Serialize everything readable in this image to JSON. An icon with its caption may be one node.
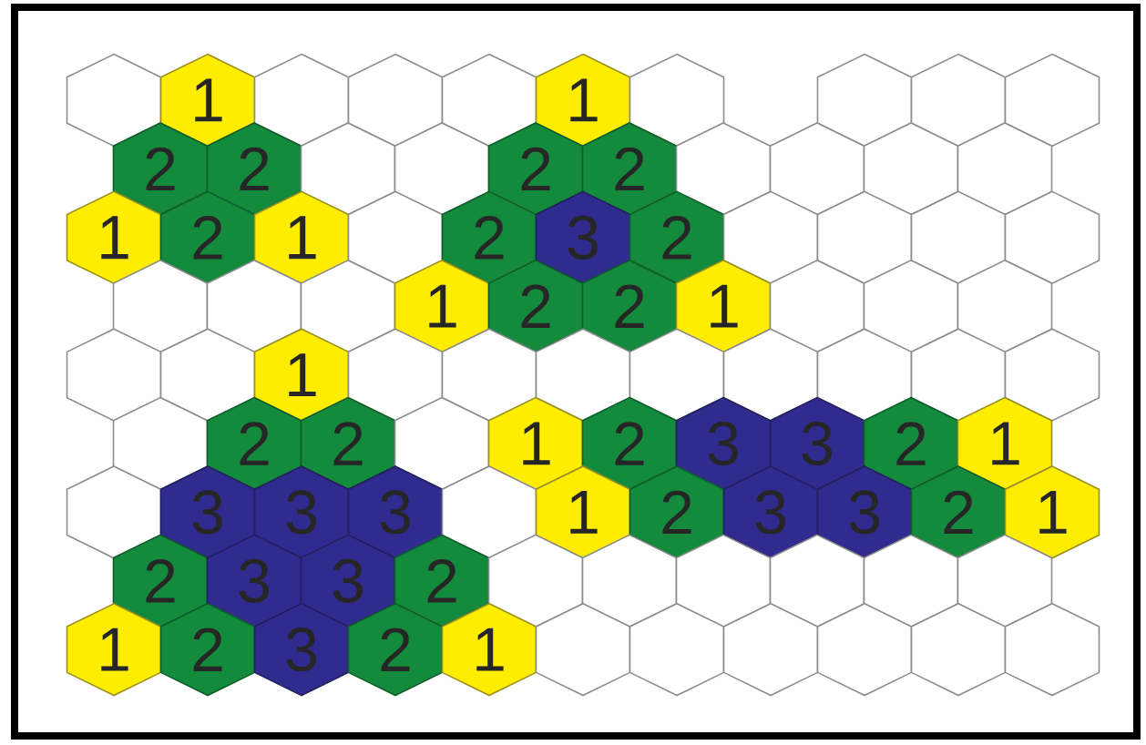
{
  "diagram": {
    "nodes": [
      {
        "text": [],
        "shape": "hexagon"
      },
      {
        "text": [
          "1"
        ]
      },
      {
        "text": [],
        "shape": "hexagon"
      },
      {
        "text": [],
        "shape": "hexagon"
      },
      {
        "text": [],
        "shape": "hexagon"
      },
      {
        "text": [
          "1"
        ]
      },
      {
        "text": [],
        "shape": "hexagon"
      },
      {
        "text": [],
        "shape": "hexagon"
      },
      {
        "text": [],
        "shape": "hexagon"
      },
      {
        "text": [],
        "shape": "hexagon"
      },
      {
        "text": [
          "2"
        ]
      },
      {
        "text": [
          "2"
        ]
      },
      {
        "text": [],
        "shape": "hexagon"
      },
      {
        "text": [],
        "shape": "hexagon"
      },
      {
        "text": [
          "2"
        ]
      },
      {
        "text": [
          "2"
        ]
      },
      {
        "text": [],
        "shape": "hexagon"
      },
      {
        "text": [],
        "shape": "hexagon"
      },
      {
        "text": [],
        "shape": "hexagon"
      },
      {
        "text": [],
        "shape": "hexagon"
      },
      {
        "text": [
          "1"
        ]
      },
      {
        "text": [
          "2"
        ]
      },
      {
        "text": [
          "1"
        ]
      },
      {
        "text": [],
        "shape": "hexagon"
      },
      {
        "text": [
          "2"
        ]
      },
      {
        "text": [
          "3"
        ]
      },
      {
        "text": [
          "2"
        ]
      },
      {
        "text": [],
        "shape": "hexagon"
      },
      {
        "text": [],
        "shape": "hexagon"
      },
      {
        "text": [],
        "shape": "hexagon"
      },
      {
        "text": [],
        "shape": "hexagon"
      },
      {
        "text": [],
        "shape": "hexagon"
      },
      {
        "text": [],
        "shape": "hexagon"
      },
      {
        "text": [],
        "shape": "hexagon"
      },
      {
        "text": [
          "1"
        ]
      },
      {
        "text": [
          "2"
        ]
      },
      {
        "text": [
          "2"
        ]
      },
      {
        "text": [
          "1"
        ]
      },
      {
        "text": [],
        "shape": "hexagon"
      },
      {
        "text": [],
        "shape": "hexagon"
      },
      {
        "text": [],
        "shape": "hexagon"
      },
      {
        "text": [],
        "shape": "hexagon"
      },
      {
        "text": [],
        "shape": "hexagon"
      },
      {
        "text": [
          "1"
        ]
      },
      {
        "text": [],
        "shape": "hexagon"
      },
      {
        "text": [],
        "shape": "hexagon"
      },
      {
        "text": [],
        "shape": "hexagon"
      },
      {
        "text": [],
        "shape": "hexagon"
      },
      {
        "text": [],
        "shape": "hexagon"
      },
      {
        "text": [],
        "shape": "hexagon"
      },
      {
        "text": [],
        "shape": "hexagon"
      },
      {
        "text": [],
        "shape": "hexagon"
      },
      {
        "text": [],
        "shape": "hexagon"
      },
      {
        "text": [
          "2"
        ]
      },
      {
        "text": [
          "2"
        ]
      },
      {
        "text": [],
        "shape": "hexagon"
      },
      {
        "text": [
          "1"
        ]
      },
      {
        "text": [
          "2"
        ]
      },
      {
        "text": [
          "3"
        ]
      },
      {
        "text": [
          "3"
        ]
      },
      {
        "text": [
          "2"
        ]
      },
      {
        "text": [
          "1"
        ]
      },
      {
        "text": [],
        "shape": "hexagon"
      },
      {
        "text": [
          "3"
        ]
      },
      {
        "text": [
          "3"
        ]
      },
      {
        "text": [
          "3"
        ]
      },
      {
        "text": [],
        "shape": "hexagon"
      },
      {
        "text": [
          "1"
        ]
      },
      {
        "text": [
          "2"
        ]
      },
      {
        "text": [
          "3"
        ]
      },
      {
        "text": [
          "3"
        ]
      },
      {
        "text": [
          "2"
        ]
      },
      {
        "text": [
          "1"
        ]
      },
      {
        "text": [
          "2"
        ]
      },
      {
        "text": [
          "3"
        ]
      },
      {
        "text": [
          "3"
        ]
      },
      {
        "text": [
          "2"
        ]
      },
      {
        "text": [],
        "shape": "hexagon"
      },
      {
        "text": [],
        "shape": "hexagon"
      },
      {
        "text": [],
        "shape": "hexagon"
      },
      {
        "text": [],
        "shape": "hexagon"
      },
      {
        "text": [],
        "shape": "hexagon"
      },
      {
        "text": [],
        "shape": "hexagon"
      },
      {
        "text": [
          "1"
        ]
      },
      {
        "text": [
          "2"
        ]
      },
      {
        "text": [
          "3"
        ]
      },
      {
        "text": [
          "2"
        ]
      },
      {
        "text": [
          "1"
        ]
      },
      {
        "text": [],
        "shape": "hexagon"
      },
      {
        "text": [],
        "shape": "hexagon"
      },
      {
        "text": [],
        "shape": "hexagon"
      },
      {
        "text": [],
        "shape": "hexagon"
      },
      {
        "text": [],
        "shape": "hexagon"
      },
      {
        "text": [],
        "shape": "hexagon"
      }
    ]
  }
}
